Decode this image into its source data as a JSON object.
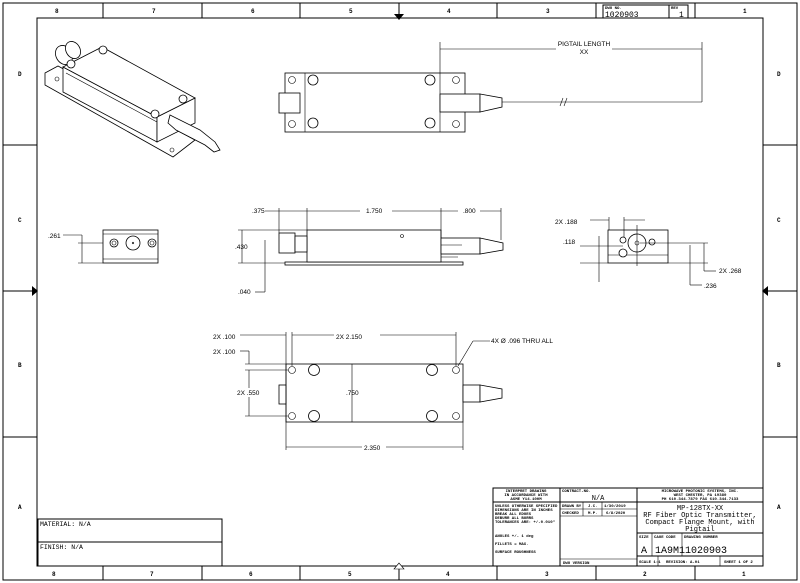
{
  "zone_columns": [
    "8",
    "7",
    "6",
    "5",
    "4",
    "3",
    "2",
    "1"
  ],
  "zone_rows": [
    "D",
    "C",
    "B",
    "A"
  ],
  "corner_box": {
    "dwg_no_label": "DWG NO.",
    "dwg_no": "1020903",
    "rev_label": "REV",
    "rev": "1"
  },
  "top_view": {
    "pigtail_label": "PIGTAIL LENGTH",
    "pigtail_value": "XX"
  },
  "side_view": {
    "dim_left": ".375",
    "dim_body": "1.750",
    "dim_pigtail": ".800",
    "dim_height": ".430",
    "dim_plate": ".040"
  },
  "end_view_left": {
    "dim": ".261"
  },
  "end_view_right": {
    "dim_spacing": "2X .188",
    "dim_low": ".118",
    "dim_high": "2X .268",
    "dim_center": ".236"
  },
  "bottom_view": {
    "dim_top_offset": "2X .100",
    "dim_side_offset": "2X .100",
    "dim_hole_span": "2X 2.150",
    "dim_hole_vert": "2X .550",
    "dim_width": ".750",
    "dim_length": "2.350",
    "hole_note": "4X Ø .096 THRU ALL"
  },
  "material": {
    "label": "MATERIAL: N/A"
  },
  "finish": {
    "label": "FINISH: N/A"
  },
  "title_block": {
    "interpret": [
      "INTERPRET DRAWING",
      "IN ACCORDANCE WITH",
      "ASME Y14.100M"
    ],
    "contract_label": "CONTRACT-NO.",
    "contract_value": "N/A",
    "company": [
      "MICROWAVE PHOTONIC SYSTEMS, INC.",
      "WEST CHESTER, PA 19380",
      "PH 610.344.7879 FAX 610.344.7133"
    ],
    "tolerances": [
      "UNLESS OTHERWISE SPECIFIED",
      "DIMENSIONS ARE IN INCHES",
      "BREAK ALL EDGES",
      "DEBURR ALL BURRS",
      "TOLERANCES ARE: +/-0.010\""
    ],
    "angles": "ANGLES +/- 1 deg",
    "fillets": "FILLETS = MAX.",
    "surface": "SURFACE ROUGHNESS",
    "drawn_label": "DRAWN BY",
    "drawn_by": "J.C.",
    "drawn_date": "1/30/2019",
    "checked_label": "CHECKED",
    "checked_by": "M.P.",
    "checked_date": "6/8/2020",
    "dwg_version": "DWG VERSION",
    "title": [
      "MP-128TX-XX",
      "RF Fiber Optic Transmitter,",
      "Compact Flange Mount, with",
      "Pigtail"
    ],
    "size_label": "SIZE",
    "size": "A",
    "cage_label": "CAGE CODE",
    "cage": "1A9M1",
    "dwg_label": "DRAWING NUMBER",
    "dwg_no": "1020903",
    "scale": "SCALE  1:1",
    "revision": "REVISION: A-01",
    "sheet": "SHEET 1 OF 2"
  }
}
